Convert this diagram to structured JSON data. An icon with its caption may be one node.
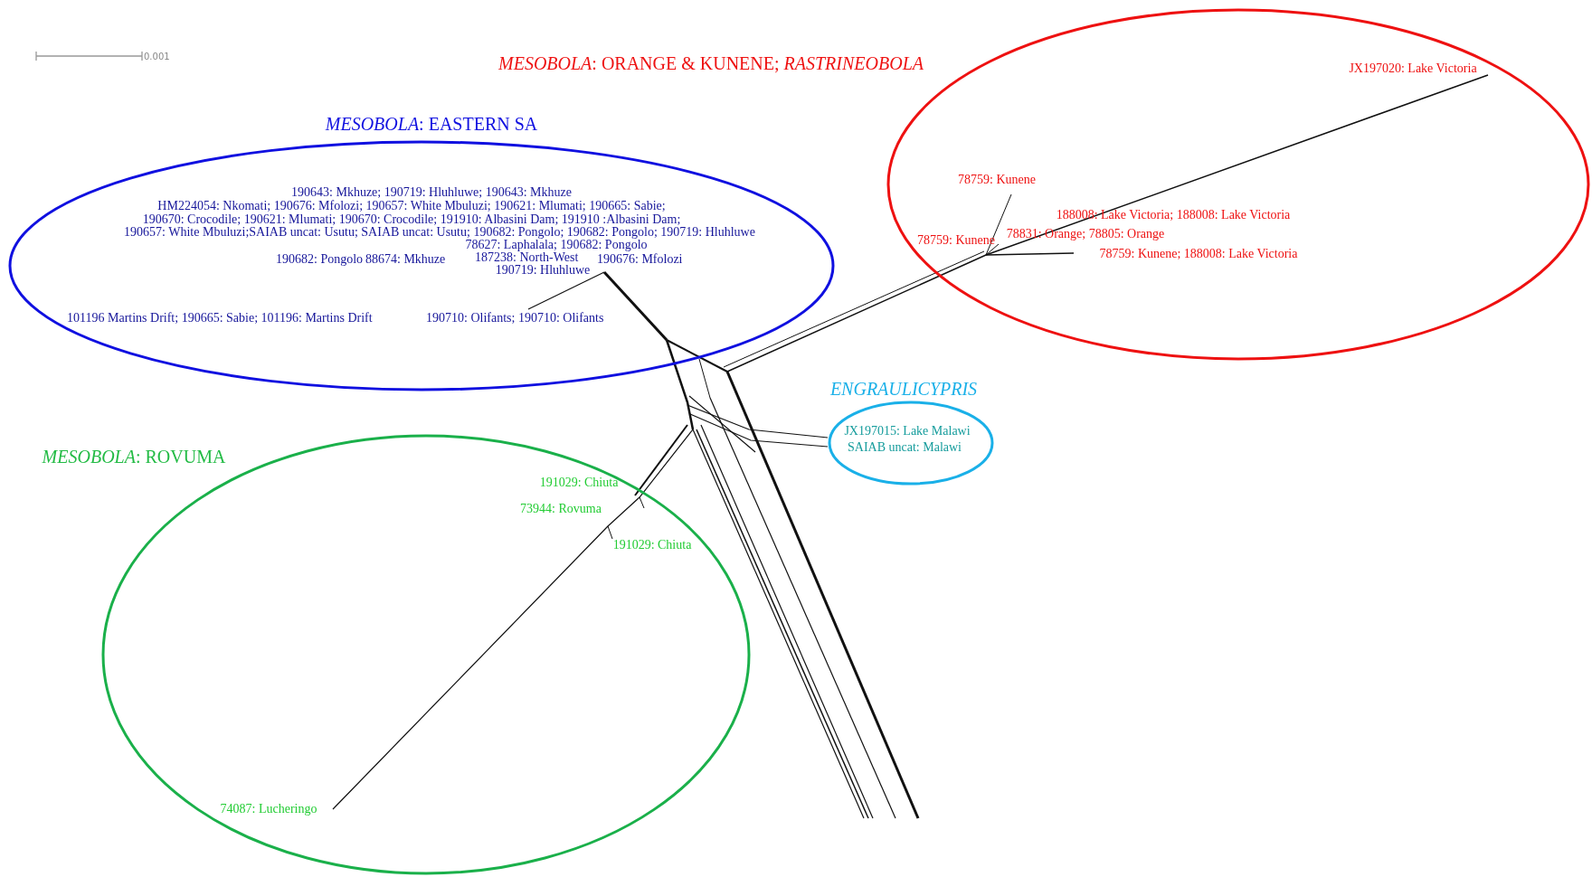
{
  "diagram": {
    "nodes": [
      {
        "text": [
          "*MESOBOLA*: EASTERN SA",
          "190643: Mkhuze; 190719: Hluhluwe; 190643: Mkhuze",
          "HM224054: Nkomati; 190676: Mfolozi; 190657: White Mbuluzi; 190621: Mlumati; 190665: Sabie;",
          "190670: Crocodile; 190621: Mlumati; 190670: Crocodile; 191910: Albasini Dam; 191910 :Albasini Dam;",
          "190657: White Mbuluzi;SAIAB uncat: Usutu; SAIAB uncat: Usutu; 190682: Pongolo; 190682: Pongolo; 190719: Hluhluwe",
          "78627: Laphalala; 190682: Pongolo",
          "190682: Pongolo",
          "88674: Mkhuze",
          "187238: North-West",
          "190676: Mfolozi",
          "190719: Hluhluwe",
          "101196 Martins Drift; 190665: Sabie; 101196: Martins Drift",
          "190710: Olifants; 190710: Olifants"
        ]
      },
      {
        "text": [
          "*MESOBOLA*: ORANGE & KUNENE; *RASTRINEOBOLA*",
          "JX197020: Lake Victoria",
          "78759: Kunene",
          "188008: Lake Victoria; 188008: Lake Victoria",
          "78759: Kunene",
          "78831: Orange; 78805: Orange",
          "78759: Kunene; 188008: Lake Victoria"
        ]
      },
      {
        "text": [
          "ENGRAULICYPRIS",
          "JX197015: Lake Malawi",
          "SAIAB uncat: Malawi"
        ]
      },
      {
        "text": [
          "*MESOBOLA*: ROVUMA",
          "191029: Chiuta",
          "73944: Rovuma",
          "191029: Chiuta",
          "74087: Lucheringo"
        ]
      }
    ],
    "labels": [
      "0.001"
    ]
  }
}
